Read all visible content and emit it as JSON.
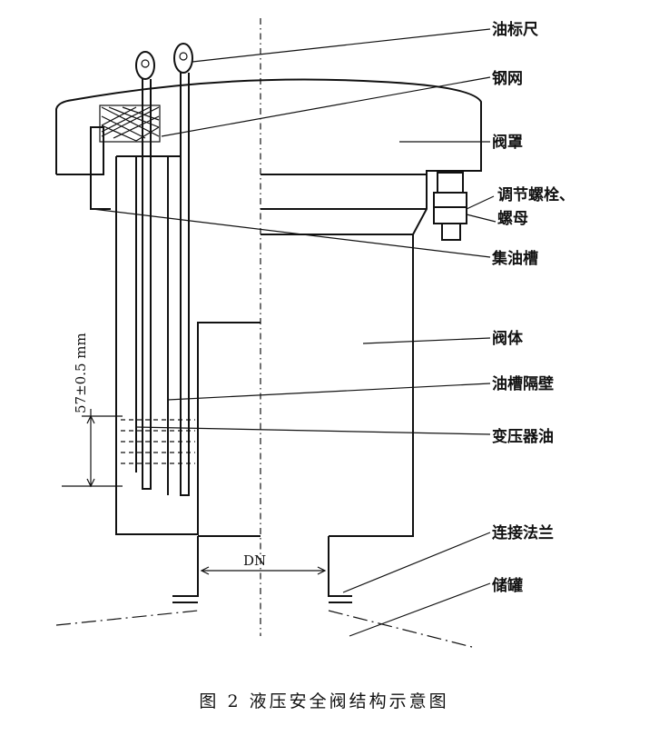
{
  "labels": {
    "oil_dipstick": "油标尺",
    "steel_mesh": "钢网",
    "valve_cover": "阀罩",
    "adjust_bolt_line1": "调节螺栓、",
    "adjust_bolt_line2": "螺母",
    "oil_collecting_groove": "集油槽",
    "valve_body": "阀体",
    "groove_partition": "油槽隔壁",
    "transformer_oil": "变压器油",
    "connecting_flange": "连接法兰",
    "storage_tank": "储罐"
  },
  "dimensions": {
    "oil_level": "57±0.5 mm",
    "nominal_diameter": "DN"
  },
  "caption": "图 2   液压安全阀结构示意图"
}
